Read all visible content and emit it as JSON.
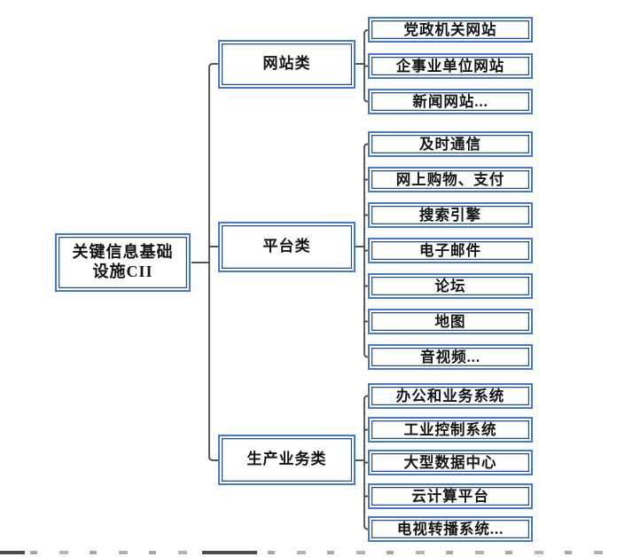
{
  "diagram": {
    "root": {
      "label_line1": "关键信息基础",
      "label_line2": "设施CII"
    },
    "groups": [
      {
        "branch": "网站类",
        "children": [
          "党政机关网站",
          "企事业单位网站",
          "新闻网站..."
        ]
      },
      {
        "branch": "平台类",
        "children": [
          "及时通信",
          "网上购物、支付",
          "搜索引擎",
          "电子邮件",
          "论坛",
          "地图",
          "音视频..."
        ]
      },
      {
        "branch": "生产业务类",
        "children": [
          "办公和业务系统",
          "工业控制系统",
          "大型数据中心",
          "云计算平台",
          "电视转播系统..."
        ]
      }
    ],
    "colors": {
      "box_border_outer": "#4678d2",
      "box_border_inner": "#2a4a85",
      "connector": "#3f3f3f",
      "text": "#141414"
    },
    "footer": {
      "cropped_caption_legible": false
    }
  }
}
